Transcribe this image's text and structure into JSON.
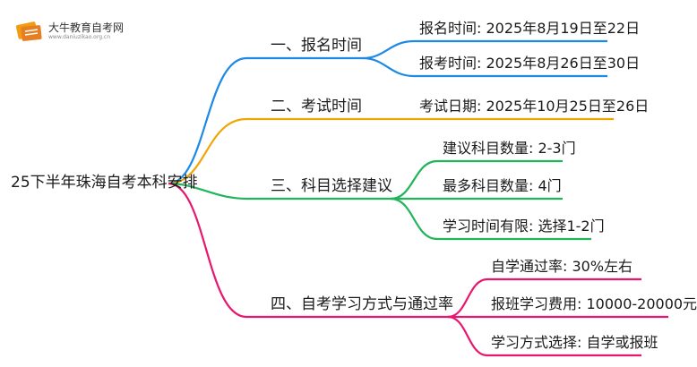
{
  "logo": {
    "title": "大牛教育自考网",
    "url": "www.daniuzikao.org.cn"
  },
  "root": {
    "label": "25下半年珠海自考本科安排"
  },
  "branches": [
    {
      "label": "一、报名时间",
      "color": "#1e88e5",
      "leaves": [
        "报名时间: 2025年8月19日至22日",
        "报考时间: 2025年8月26日至30日"
      ]
    },
    {
      "label": "二、考试时间",
      "color": "#f0a500",
      "leaves": [
        "考试日期: 2025年10月25日至26日"
      ]
    },
    {
      "label": "三、科目选择建议",
      "color": "#22b45a",
      "leaves": [
        "建议科目数量: 2-3门",
        "最多科目数量: 4门",
        "学习时间有限: 选择1-2门"
      ]
    },
    {
      "label": "四、自考学习方式与通过率",
      "color": "#e8176e",
      "leaves": [
        "自学通过率: 30%左右",
        "报班学习费用: 10000-20000元",
        "学习方式选择: 自学或报班"
      ]
    }
  ]
}
